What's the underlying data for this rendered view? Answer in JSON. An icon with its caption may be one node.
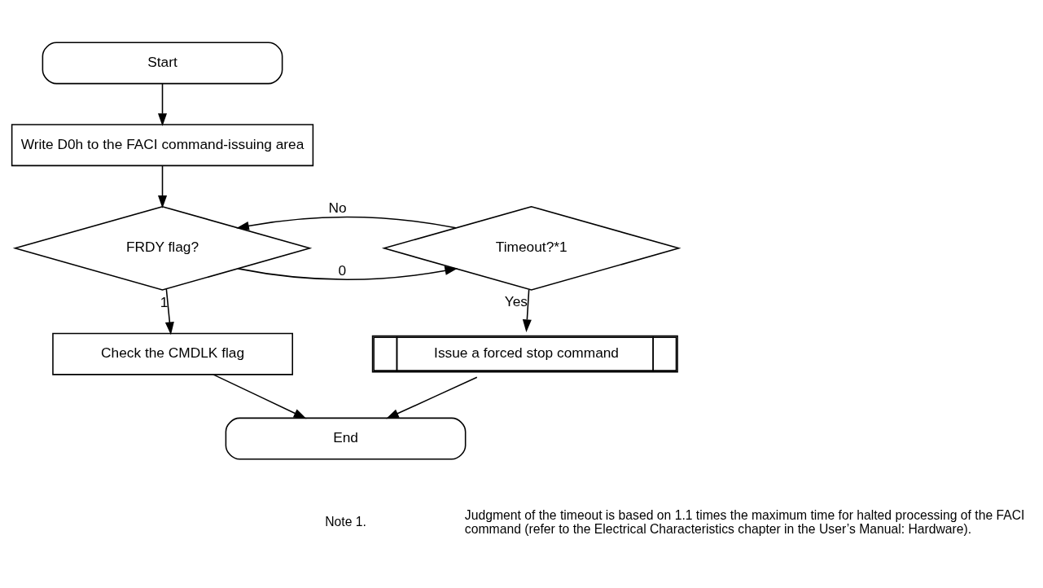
{
  "diagram": {
    "nodes": [
      {
        "text": [
          "Start"
        ]
      },
      {
        "text": [
          "Write D0h to the FACI command-issuing area"
        ]
      },
      {
        "text": [
          "FRDY flag?"
        ]
      },
      {
        "text": [
          "Timeout?*1"
        ]
      },
      {
        "text": [
          "Check the CMDLK flag"
        ]
      },
      {
        "text": [
          "Issue a forced stop command"
        ]
      },
      {
        "text": [
          "End"
        ]
      }
    ],
    "edges": [
      {
        "from": 0,
        "to": 1,
        "arrow": "to"
      },
      {
        "from": 1,
        "to": 2,
        "arrow": "to"
      },
      {
        "from": 2,
        "to": 3,
        "arrow": "to",
        "label": "0"
      },
      {
        "from": 3,
        "to": 2,
        "arrow": "to",
        "label": "No"
      },
      {
        "from": 2,
        "to": 4,
        "arrow": "to",
        "label": "1"
      },
      {
        "from": 3,
        "to": 5,
        "arrow": "to",
        "label": "Yes"
      },
      {
        "from": 4,
        "to": 6,
        "arrow": "to"
      },
      {
        "from": 5,
        "to": 6,
        "arrow": "to"
      }
    ],
    "labels": [
      "Note 1.",
      "Judgment of the timeout is based on 1.1 times the maximum time for halted processing of the FACI command (refer to the Electrical Characteristics chapter in the User’s Manual: Hardware)."
    ]
  }
}
